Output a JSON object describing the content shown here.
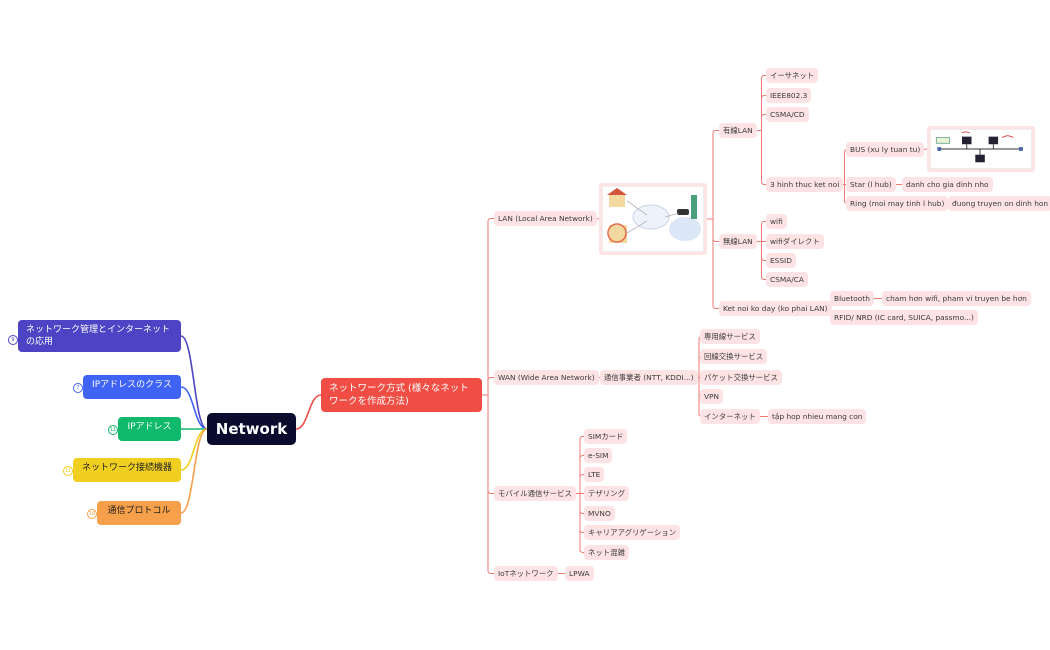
{
  "central": {
    "label": "Network"
  },
  "left_topics": [
    {
      "label": "ネットワーク管理とインターネットの応用",
      "badge": "9",
      "color": "#4c44c4"
    },
    {
      "label": "IPアドレスのクラス",
      "badge": "7",
      "color": "#3f63f5"
    },
    {
      "label": "IPアドレス",
      "badge": "11",
      "color": "#10b96b"
    },
    {
      "label": "ネットワーク接続機器",
      "badge": "11",
      "color": "#f1cf21"
    },
    {
      "label": "通信プロトコル",
      "badge": "18",
      "color": "#f6a04b"
    }
  ],
  "main_topic": {
    "label": "ネットワーク方式 (様々なネットワークを作成方法)",
    "color": "#f04e45"
  },
  "branch_color": "#ef7a74",
  "lan": {
    "label": "LAN (Local Area Network)",
    "wired": {
      "label": "有線LAN",
      "items": [
        "イーサネット",
        "IEEE802.3",
        "CSMA/CD"
      ],
      "topology": {
        "label": "3 hinh thuc ket noi",
        "bus": {
          "label": "BUS (xu ly tuan tu)"
        },
        "star": {
          "label": "Star (l hub)",
          "note": "danh cho gia dinh nho"
        },
        "ring": {
          "label": "Ring (moi may tinh l hub)",
          "note": "đuong truyen on dinh hon"
        }
      }
    },
    "wireless": {
      "label": "無線LAN",
      "items": [
        "wifi",
        "wifiダイレクト",
        "ESSID",
        "CSMA/CA"
      ]
    },
    "nowire": {
      "label": "Ket noi ko day (ko phai LAN)",
      "bluetooth": {
        "label": "Bluetooth",
        "note": "cham hơn wifi, pham vi truyen be hơn"
      },
      "rfid": {
        "label": "RFID/ NRD (IC card, SUICA, passmo...)"
      }
    }
  },
  "wan": {
    "label": "WAN (Wide Area Network)",
    "carrier": {
      "label": "通信事業者 (NTT, KDDI...)",
      "items": [
        "専用線サービス",
        "回線交換サービス",
        "パケット交換サービス",
        "VPN",
        "インターネット"
      ],
      "internet_note": "tập hop nhieu mang con"
    }
  },
  "mobile": {
    "label": "モバイル通信サービス",
    "items": [
      "SIMカード",
      "e-SIM",
      "LTE",
      "テザリング",
      "MVNO",
      "キャリアアグリゲーション",
      "ネット混雑"
    ]
  },
  "iot": {
    "label": "IoTネットワーク",
    "child": "LPWA"
  }
}
